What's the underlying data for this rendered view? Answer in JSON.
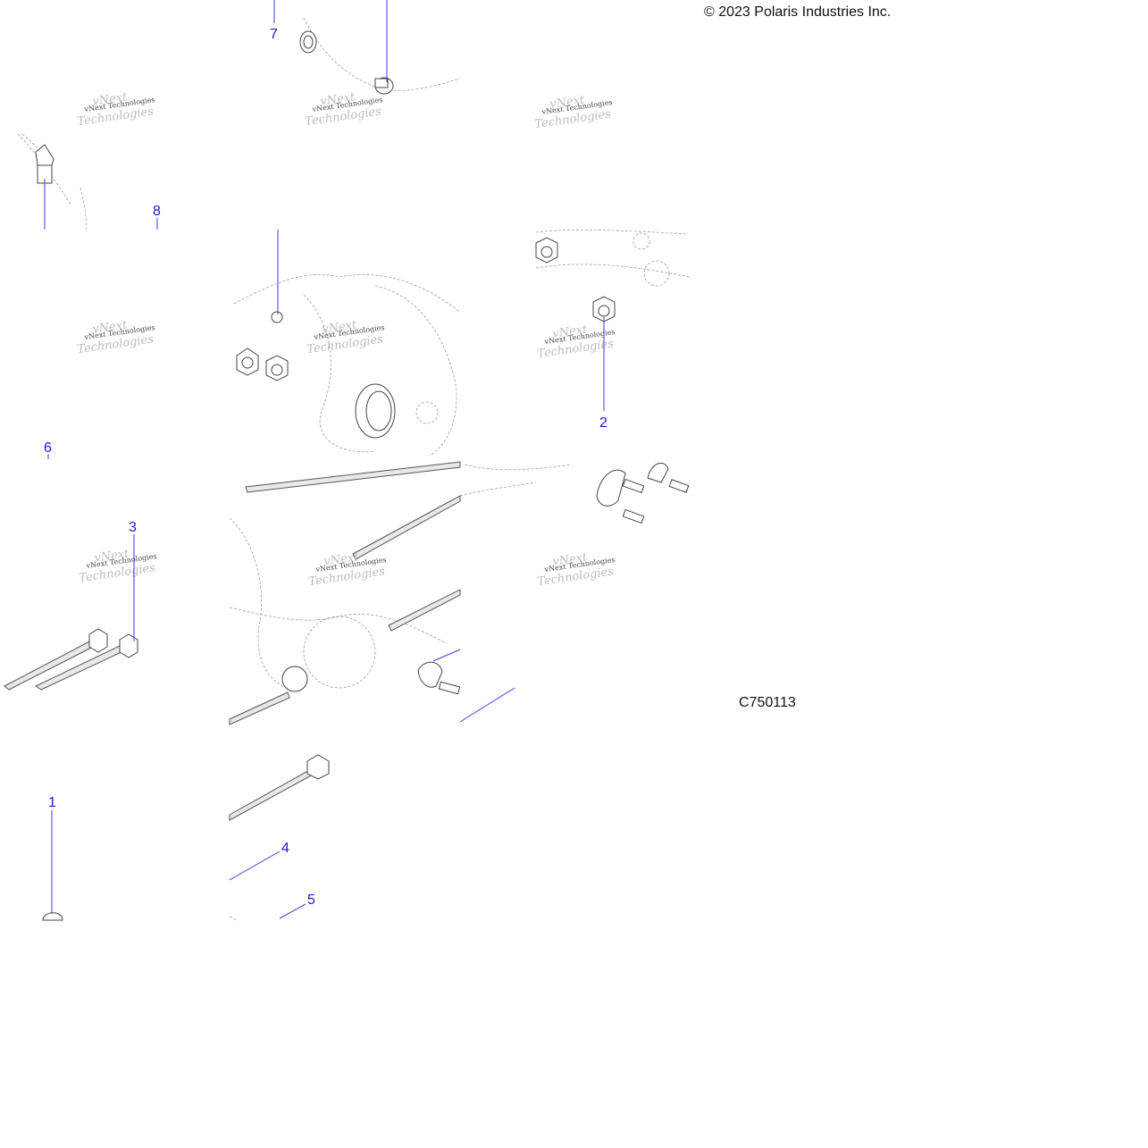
{
  "copyright": "© 2023 Polaris Industries Inc.",
  "diagram_code": "C750113",
  "watermark_text": "vNext Technologies",
  "callouts": [
    {
      "number": "1"
    },
    {
      "number": "2"
    },
    {
      "number": "3"
    },
    {
      "number": "4"
    },
    {
      "number": "5"
    },
    {
      "number": "6"
    },
    {
      "number": "7"
    },
    {
      "number": "8"
    }
  ],
  "colors": {
    "callout": "#1a1ad6",
    "leader": "#3a3ae0",
    "ink": "#444444"
  }
}
